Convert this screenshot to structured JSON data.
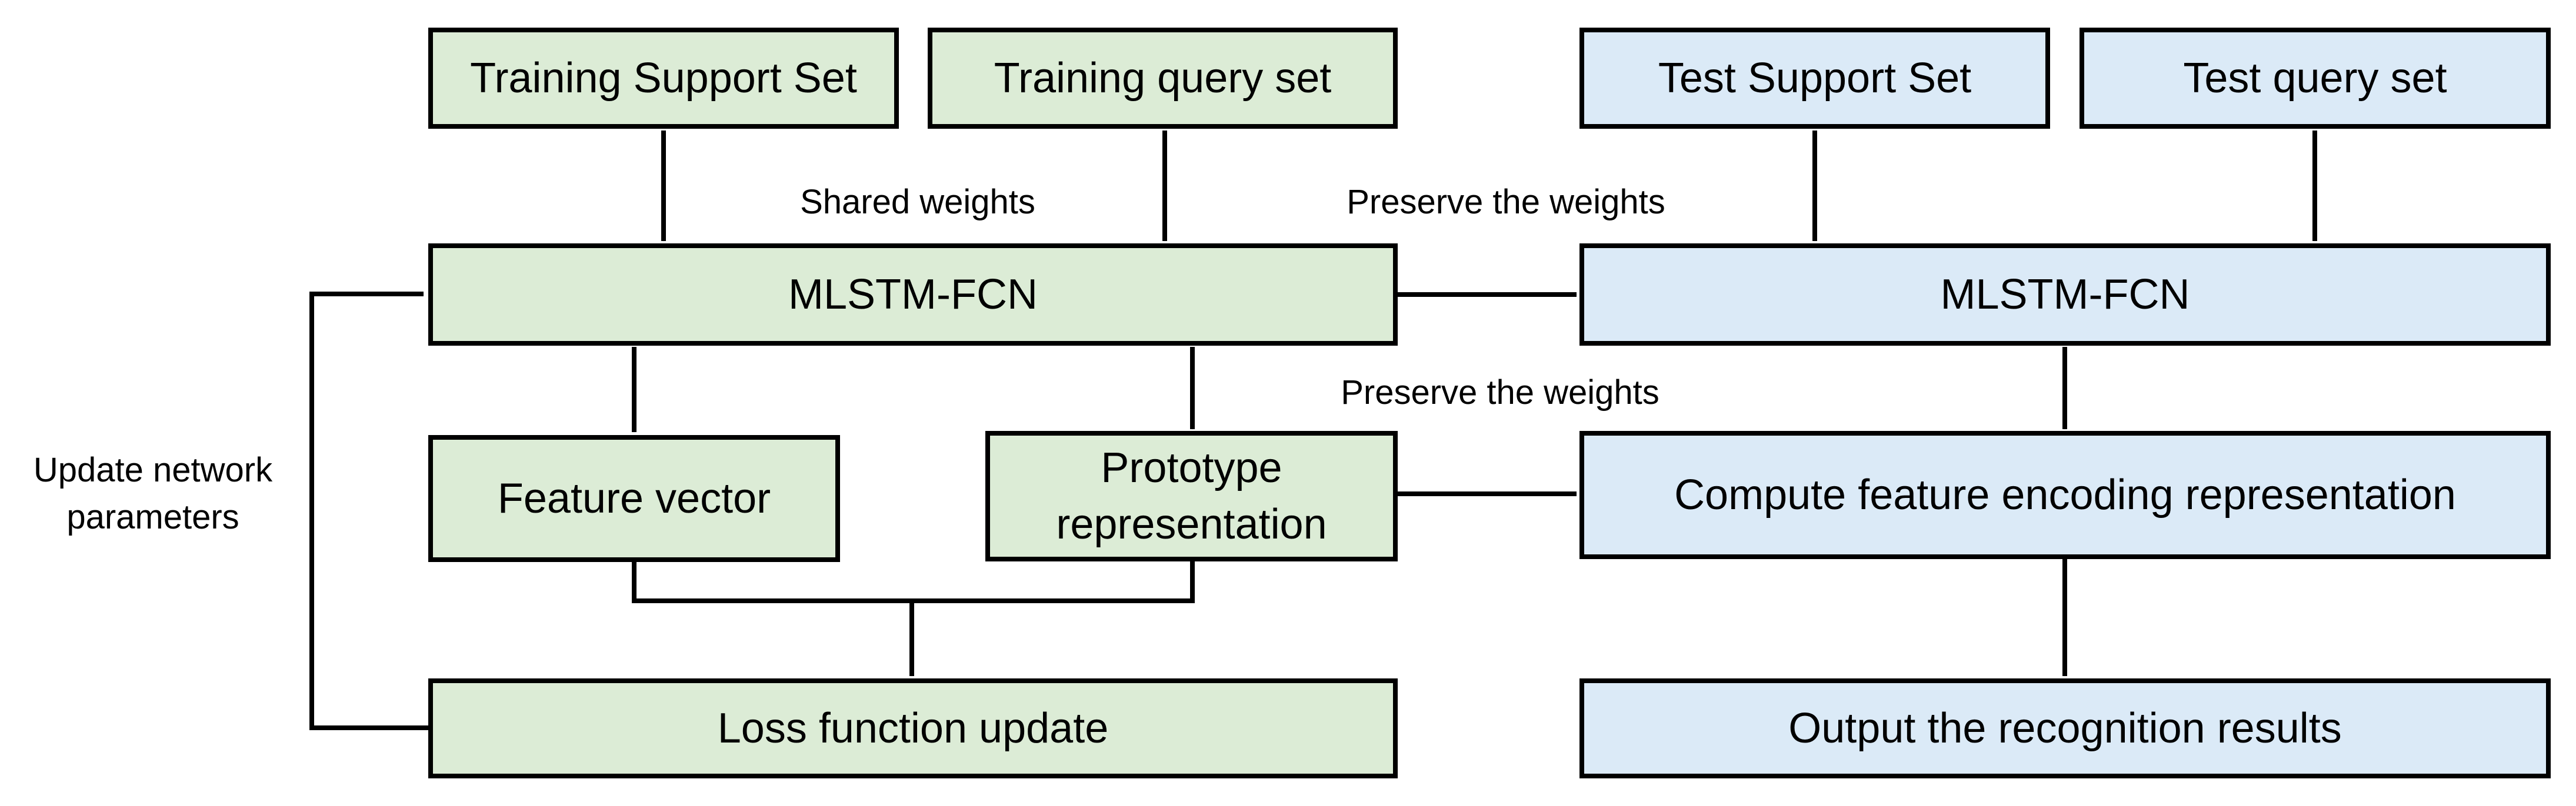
{
  "colors": {
    "training_fill": "#dcecd6",
    "testing_fill": "#dbeaf7",
    "line": "#000000"
  },
  "training": {
    "support_set": "Training Support Set",
    "query_set": "Training query set",
    "model": "MLSTM-FCN",
    "feature_vector": "Feature vector",
    "prototype_line1": "Prototype",
    "prototype_line2": "representation",
    "loss_update": "Loss function update"
  },
  "testing": {
    "support_set": "Test Support Set",
    "query_set": "Test query set",
    "model": "MLSTM-FCN",
    "feature_encoding": "Compute feature encoding representation",
    "output": "Output the recognition results"
  },
  "annotations": {
    "shared_weights": "Shared weights",
    "preserve_weights_top": "Preserve the weights",
    "preserve_weights_bottom": "Preserve the weights",
    "update_line1": "Update network",
    "update_line2": "parameters"
  }
}
